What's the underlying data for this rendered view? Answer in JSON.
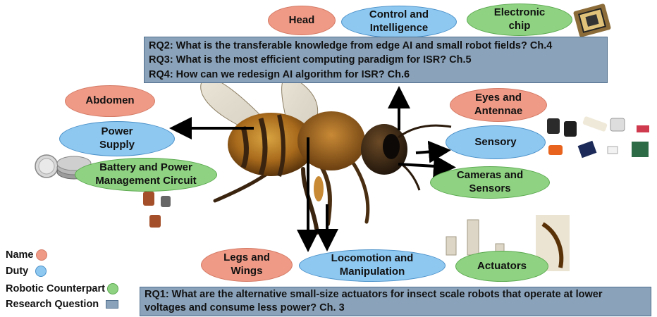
{
  "names": {
    "head": "Head",
    "abdomen": "Abdomen",
    "eyes": "Eyes and\nAntennae",
    "legs": "Legs and\nWings"
  },
  "duties": {
    "control": "Control and\nIntelligence",
    "power": "Power\nSupply",
    "sensory": "Sensory",
    "locomotion": "Locomotion and\nManipulation"
  },
  "robotic": {
    "chip": "Electronic\nchip",
    "battery": "Battery and Power\nManagement Circuit",
    "cameras": "Cameras and\nSensors",
    "actuators": "Actuators"
  },
  "research_questions": {
    "top": [
      "RQ2: What is the transferable knowledge from edge AI and small robot fields? Ch.4",
      "RQ3: What is the most efficient computing paradigm for ISR? Ch.5",
      "RQ4: How can we redesign AI algorithm for ISR? Ch.6"
    ],
    "bottom": [
      "RQ1: What are the alternative small-size actuators for insect scale robots that operate at lower",
      "voltages and consume less power? Ch. 3"
    ]
  },
  "legend": {
    "name": "Name",
    "duty": "Duty",
    "robotic": "Robotic Counterpart",
    "rq": "Research Question"
  },
  "colors": {
    "name": "#ef9a86",
    "duty": "#8ec8f1",
    "robotic": "#8fd382",
    "rq": "#8aa3bb"
  }
}
